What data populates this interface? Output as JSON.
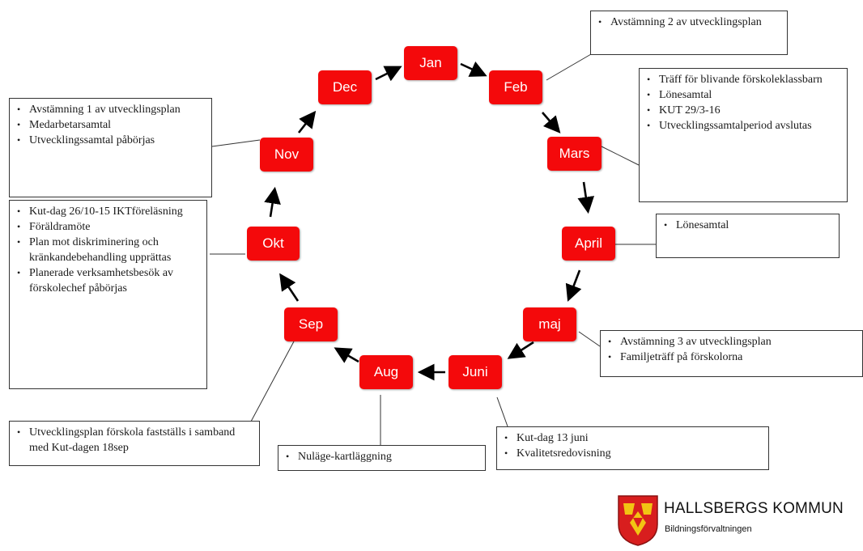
{
  "months": [
    "Jan",
    "Feb",
    "Mars",
    "April",
    "maj",
    "Juni",
    "Aug",
    "Sep",
    "Okt",
    "Nov",
    "Dec"
  ],
  "notes": {
    "feb": [
      "Avstämning 2 av utvecklingsplan"
    ],
    "mars": [
      "Träff för blivande förskoleklassbarn",
      "Lönesamtal",
      "KUT 29/3-16",
      "Utvecklingssamtalperiod avslutas"
    ],
    "april": [
      "Lönesamtal"
    ],
    "maj": [
      "Avstämning 3 av utvecklingsplan",
      "Familjeträff på förskolorna"
    ],
    "juni": [
      "Kut-dag 13 juni",
      "Kvalitetsredovisning"
    ],
    "aug": [
      "Nuläge-kartläggning"
    ],
    "sep": [
      "Utvecklingsplan förskola fastställs i samband med Kut-dagen 18sep"
    ],
    "okt": [
      "Kut-dag 26/10-15 IKTföreläsning",
      "Föräldramöte",
      "Plan mot diskriminering och kränkandebehandling upprättas",
      "Planerade verksamhetsbesök av förskolechef påbörjas"
    ],
    "nov": [
      "Avstämning 1 av utvecklingsplan",
      "Medarbetarsamtal",
      "Utvecklingssamtal påbörjas"
    ]
  },
  "logo": {
    "name": "HALLSBERGS KOMMUN",
    "department": "Bildningsförvaltningen",
    "shield_color": "#d81e1e",
    "emblem_color": "#f2c413"
  },
  "colors": {
    "month_box": "#f4090b",
    "month_text": "#ffffff",
    "arrow": "#000000",
    "connector": "#333333"
  }
}
